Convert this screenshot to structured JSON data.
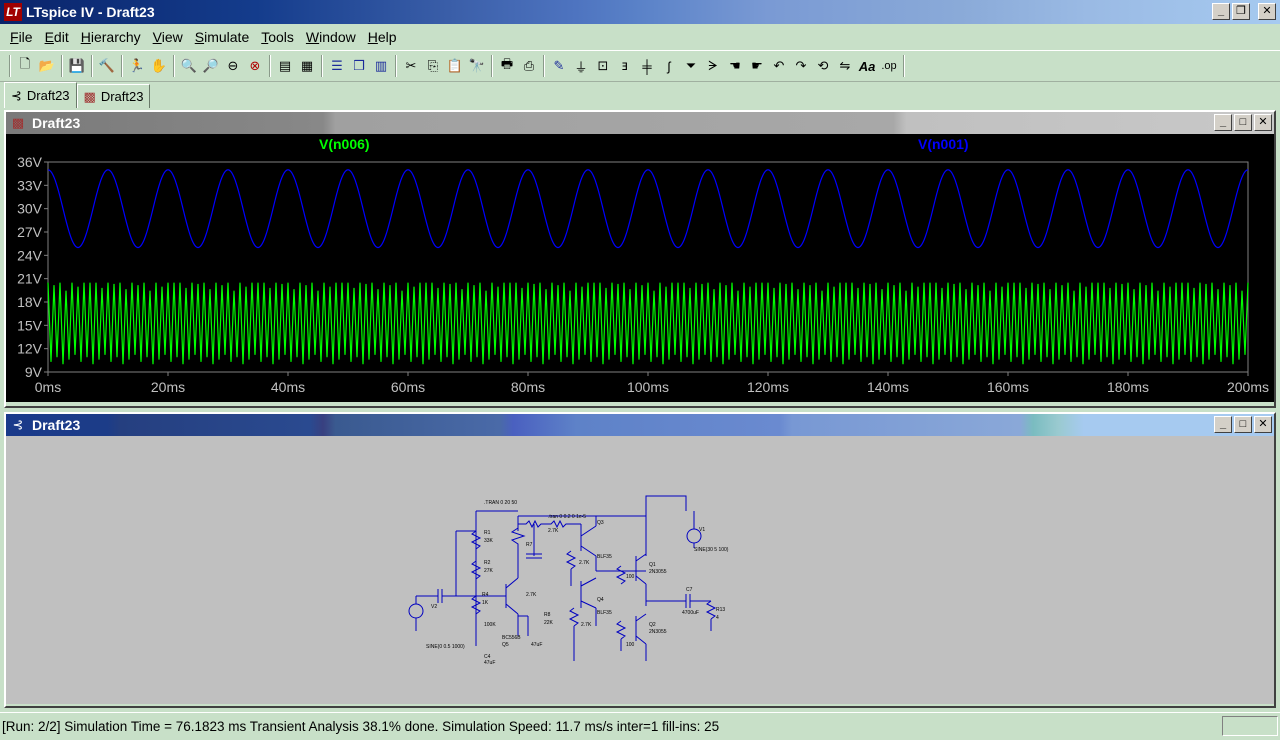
{
  "window": {
    "title": "LTspice IV - Draft23",
    "app_icon_glyph": "LT",
    "min_glyph": "_",
    "restore_glyph": "❐",
    "close_glyph": "✕"
  },
  "menu": [
    {
      "u": "F",
      "rest": "ile"
    },
    {
      "u": "E",
      "rest": "dit"
    },
    {
      "u": "H",
      "rest": "ierarchy"
    },
    {
      "u": "V",
      "rest": "iew"
    },
    {
      "u": "S",
      "rest": "imulate"
    },
    {
      "u": "T",
      "rest": "ools"
    },
    {
      "u": "W",
      "rest": "indow"
    },
    {
      "u": "H",
      "rest": "elp"
    }
  ],
  "tabs": [
    {
      "label": "Draft23",
      "icon": "schematic-icon"
    },
    {
      "label": "Draft23",
      "icon": "waveform-icon"
    }
  ],
  "plot_window": {
    "title": "Draft23",
    "traces": [
      {
        "label": "V(n006)",
        "color": "#00ff00"
      },
      {
        "label": "V(n001)",
        "color": "#0000ff"
      }
    ]
  },
  "schematic_window": {
    "title": "Draft23"
  },
  "chart_data": {
    "type": "line",
    "xlabel": "",
    "ylabel": "",
    "x_ticks": [
      "0ms",
      "20ms",
      "40ms",
      "60ms",
      "80ms",
      "100ms",
      "120ms",
      "140ms",
      "160ms",
      "180ms",
      "200ms"
    ],
    "y_ticks": [
      "36V",
      "33V",
      "30V",
      "27V",
      "24V",
      "21V",
      "18V",
      "15V",
      "12V",
      "9V"
    ],
    "xlim": [
      0,
      200
    ],
    "ylim": [
      9,
      36
    ],
    "grid": false,
    "series": [
      {
        "name": "V(n001)",
        "color": "#0000ff",
        "shape": "sine",
        "min": 25,
        "max": 35,
        "period_ms": 10,
        "offset": 30
      },
      {
        "name": "V(n006)",
        "color": "#00ff00",
        "shape": "oscillating",
        "min": 10,
        "max": 20.5,
        "period_ms": 1
      }
    ]
  },
  "status": {
    "text": "[Run: 2/2] Simulation Time = 76.1823 ms  Transient Analysis 38.1% done. Simulation Speed: 11.7 ms/s inter=1 fill-ins: 25"
  }
}
